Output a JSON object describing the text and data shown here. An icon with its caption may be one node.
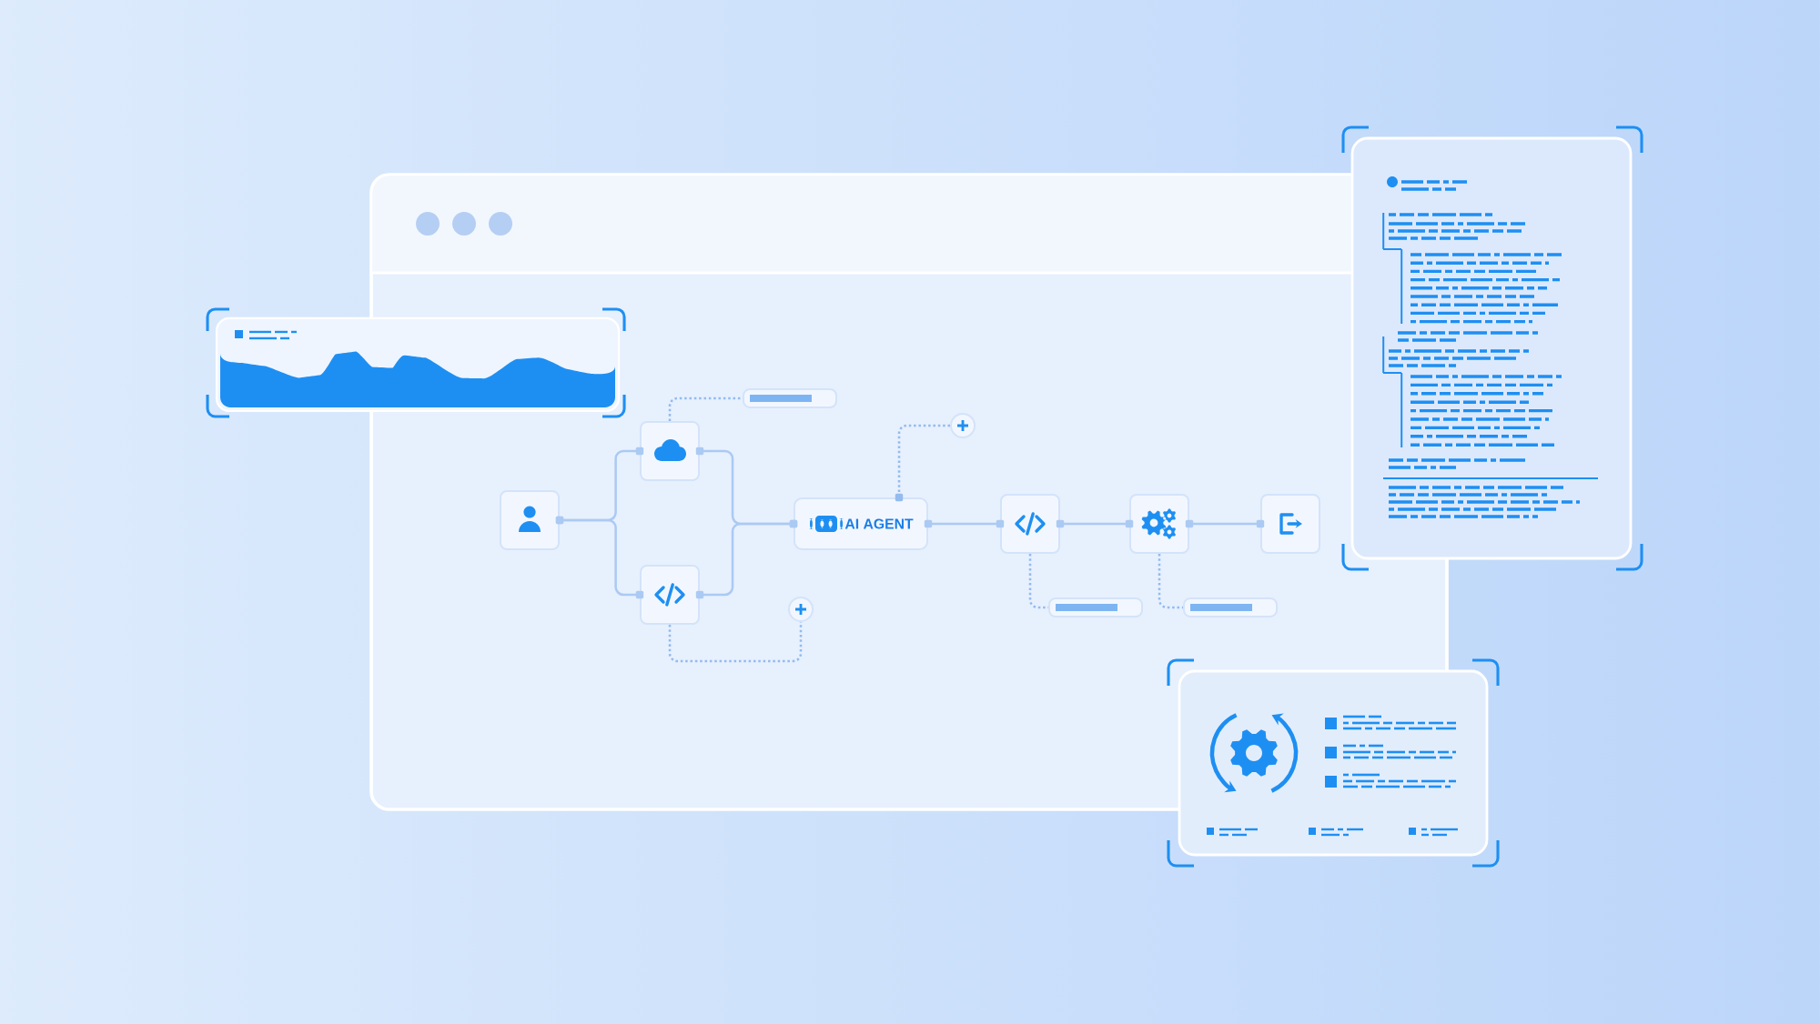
{
  "diagram": {
    "nodes": [
      {
        "text": [],
        "shape": "box"
      },
      {
        "text": [],
        "shape": "box"
      },
      {
        "text": [],
        "shape": "box"
      },
      {
        "text": [
          "AI AGENT"
        ]
      },
      {
        "text": [],
        "shape": "box"
      },
      {
        "text": [],
        "shape": "box"
      },
      {
        "text": [],
        "shape": "box"
      },
      {
        "text": [],
        "shape": "box"
      },
      {
        "text": [],
        "shape": "circle"
      },
      {
        "text": [],
        "shape": "circle"
      },
      {
        "text": [],
        "shape": "box"
      },
      {
        "text": [],
        "shape": "box"
      }
    ],
    "edges": [
      {
        "from": 0,
        "to": 1,
        "arrow": "other"
      },
      {
        "from": 0,
        "to": 2,
        "arrow": "other"
      },
      {
        "from": 1,
        "to": 3,
        "arrow": "other"
      },
      {
        "from": 2,
        "to": 3,
        "arrow": "other"
      },
      {
        "from": 3,
        "to": 4,
        "arrow": "other"
      },
      {
        "from": 4,
        "to": 5,
        "arrow": "other"
      },
      {
        "from": 5,
        "to": 6,
        "arrow": "other"
      },
      {
        "from": 1,
        "to": 7,
        "arrow": "none",
        "style": "dashed"
      },
      {
        "from": 8,
        "to": 3,
        "arrow": "other",
        "style": "dashed"
      },
      {
        "from": 2,
        "to": 9,
        "arrow": "none",
        "style": "dashed"
      },
      {
        "from": 4,
        "to": 10,
        "arrow": "none",
        "style": "dashed"
      },
      {
        "from": 5,
        "to": 11,
        "arrow": "none",
        "style": "dashed"
      }
    ]
  }
}
